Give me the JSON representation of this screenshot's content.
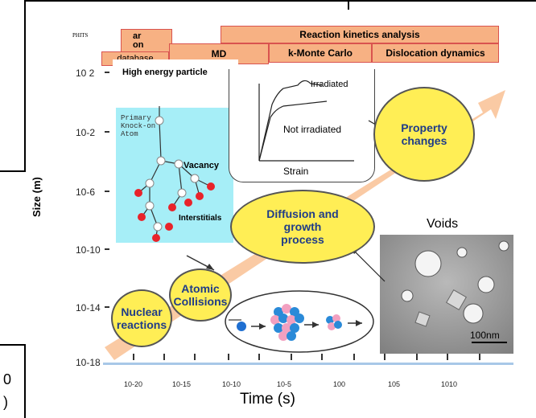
{
  "header": {
    "corner_label": "PHITS",
    "box_partial": "ar\non",
    "box_database": "database",
    "box_md": "MD",
    "box_reaction": "Reaction kinetics analysis",
    "box_kmc": "k-Monte Carlo",
    "box_dislocation": "Dislocation dynamics"
  },
  "axes": {
    "y_label": "Size (m)",
    "x_label": "Time (s)",
    "y_ticks": [
      "10 2",
      "10-2",
      "10-6",
      "10-10",
      "10-14",
      "10-18"
    ],
    "x_ticks": [
      "10-20",
      "10-15",
      "10-10",
      "10-5",
      "100",
      "105",
      "1010"
    ]
  },
  "panels": {
    "high_energy": "High energy particle",
    "pka": "Primary\nKnock-on\nAtom",
    "vacancy": "Vacancy",
    "interstitials": "Interstitials",
    "irradiated": "Irradiated",
    "not_irradiated": "Not irradiated",
    "strain": "Strain",
    "voids": "Voids",
    "scale": "100nm"
  },
  "bubbles": {
    "property": "Property\nchanges",
    "diffusion": "Diffusion and\ngrowth\nprocess",
    "atomic": "Atomic\nCollisions",
    "nuclear": "Nuclear\nreactions"
  },
  "edge": {
    "left_a": "0",
    "left_b": ")"
  },
  "colors": {
    "box_fill": "#f7b183",
    "bubble_fill": "#ffee55",
    "arrow": "#f9c49a",
    "cyan": "#a6eef7",
    "title_blue": "#1f3c88"
  }
}
